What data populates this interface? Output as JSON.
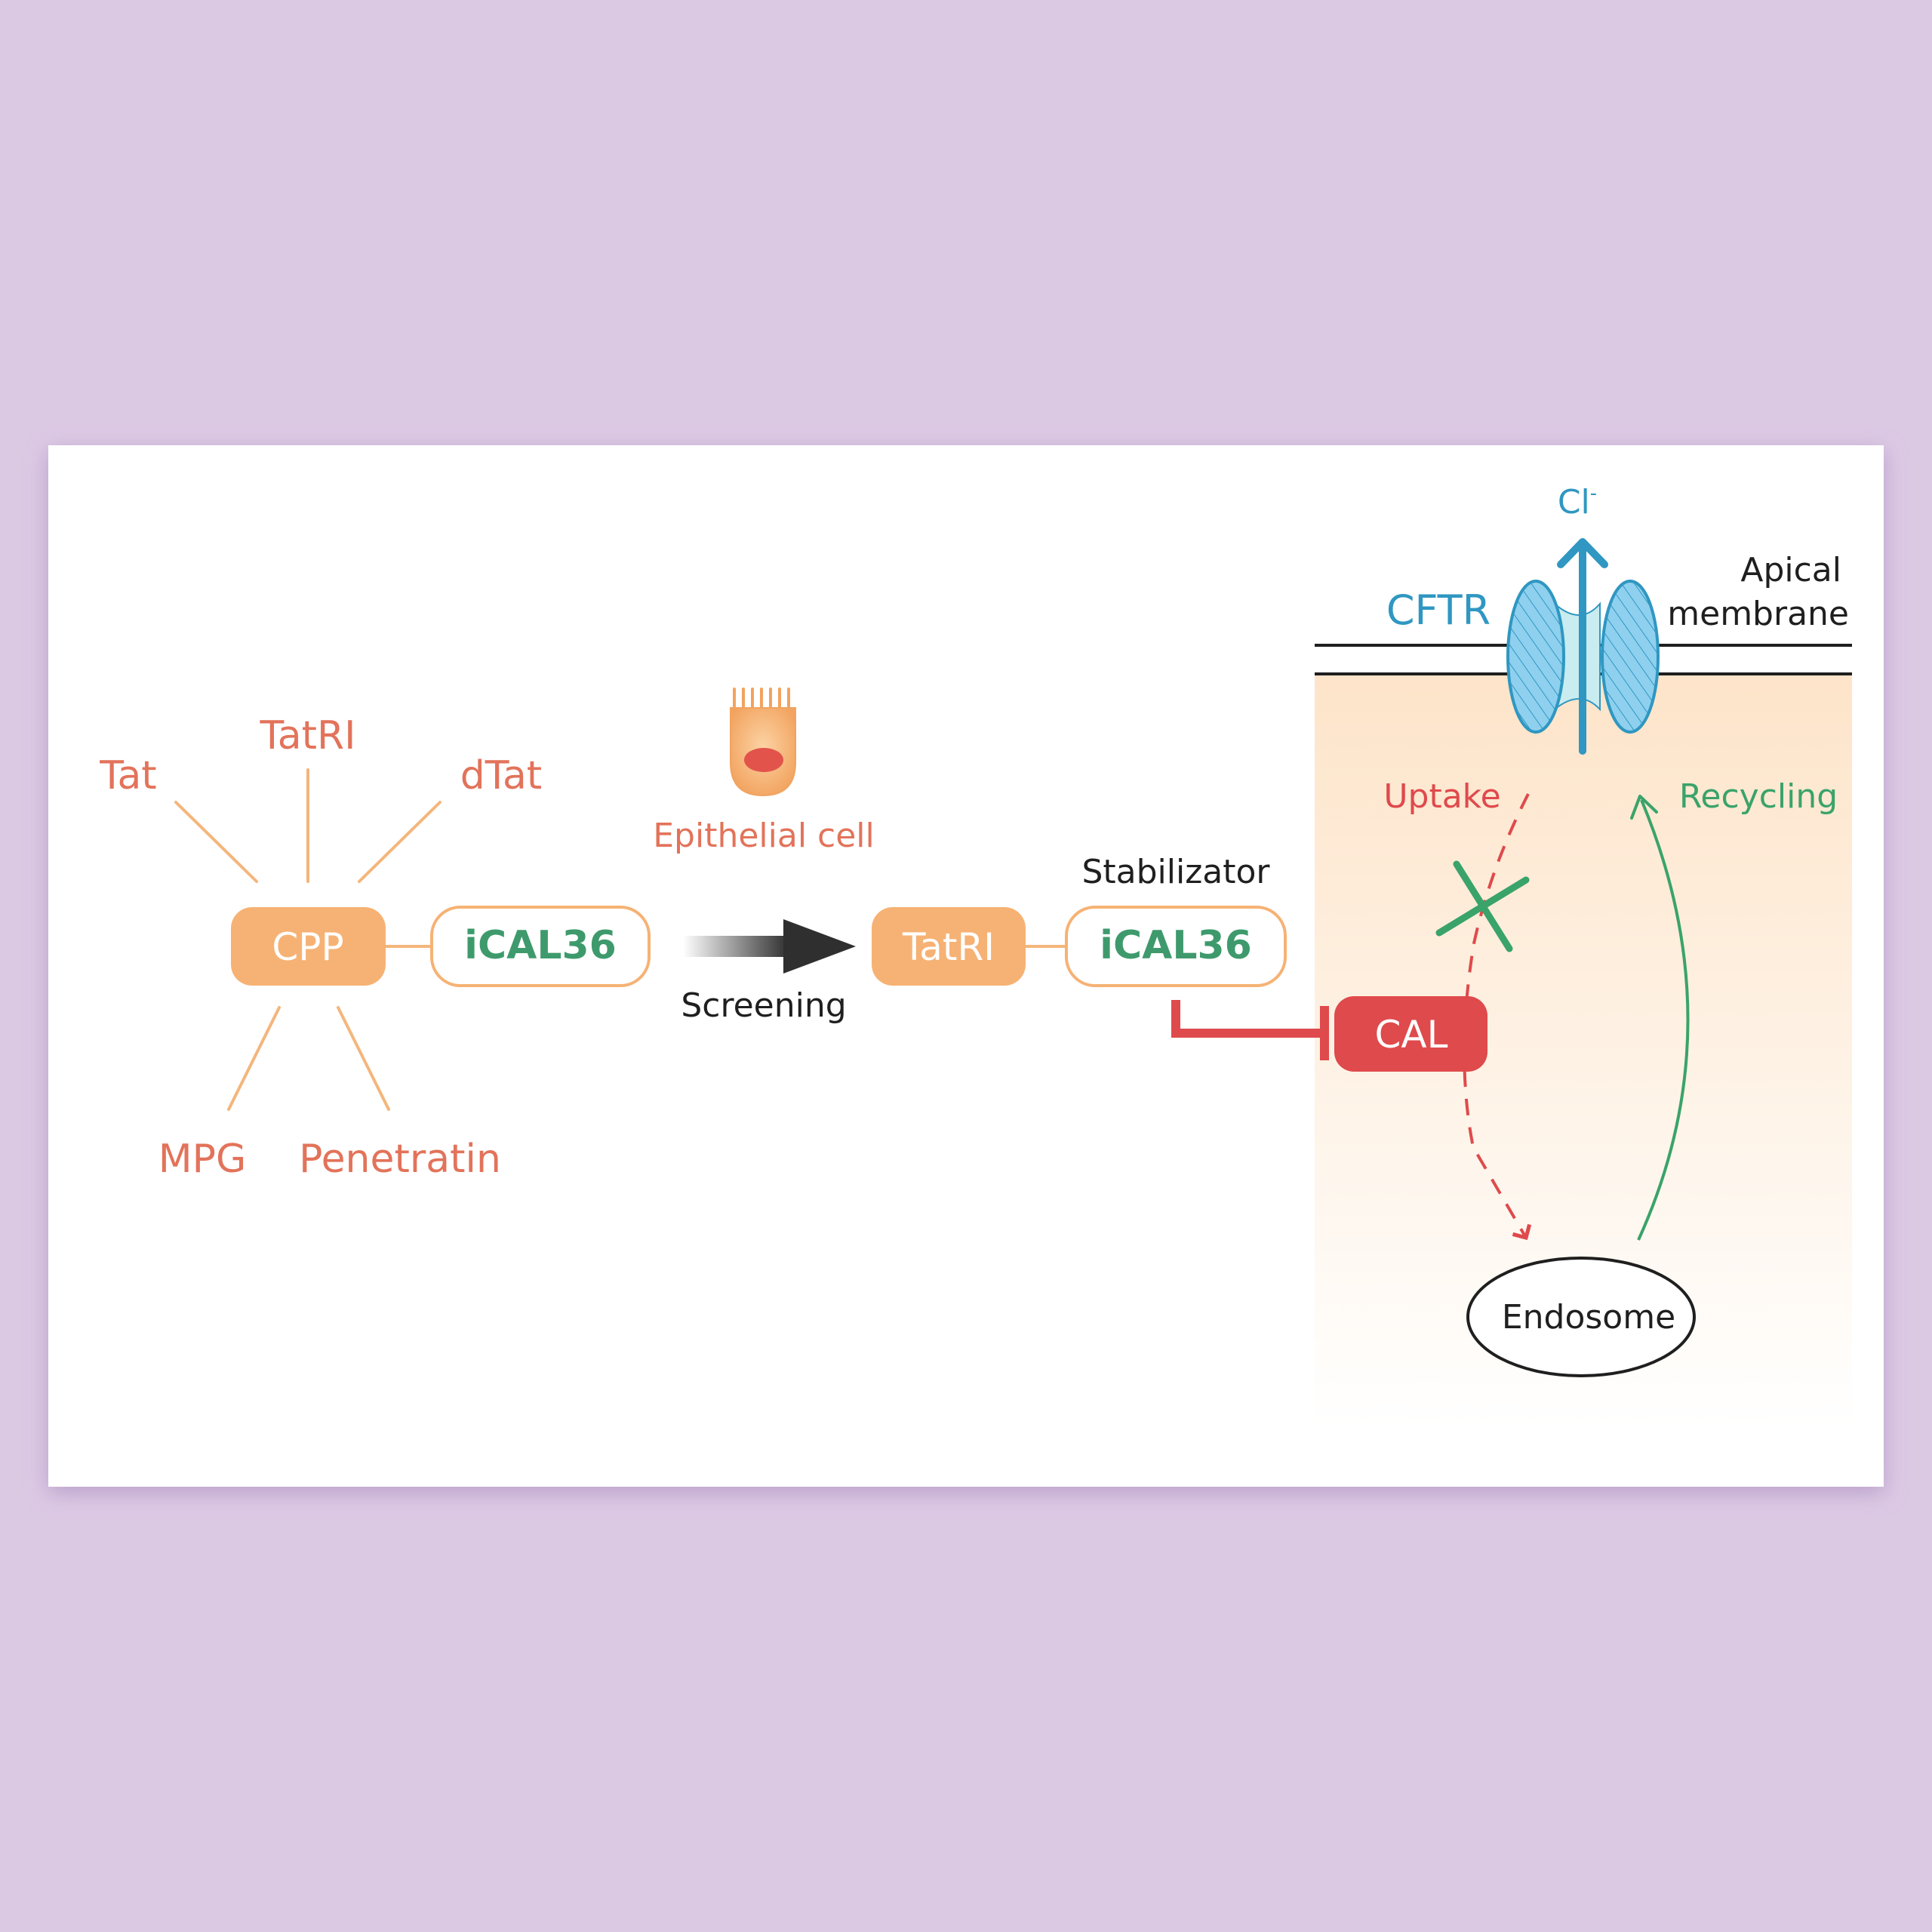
{
  "colors": {
    "background": "#dbc9e4",
    "card": "#ffffff",
    "cpp_label": "#e2735a",
    "spoke": "#f4b67c",
    "cpp_box": "#f6b274",
    "ical_text": "#3e9a6c",
    "cal_red": "#df4a4c",
    "cftr_blue": "#2f97c1",
    "dark_text": "#1f1f1f",
    "recycling_green": "#3aa36a"
  },
  "left": {
    "peptides": [
      "Tat",
      "TatRI",
      "dTat",
      "MPG",
      "Penetratin"
    ],
    "cpp_box": "CPP",
    "ical_box": "iCAL36"
  },
  "middle": {
    "cell_label": "Epithelial cell",
    "arrow_label": "Screening",
    "tatri_box": "TatRI",
    "ical_box": "iCAL36",
    "stabilizer_label": "Stabilizator"
  },
  "right": {
    "ion": "Cl",
    "ion_charge": "-",
    "channel_label": "CFTR",
    "membrane_line1": "Apical",
    "membrane_line2": "membrane",
    "uptake_label": "Uptake",
    "recycling_label": "Recycling",
    "cal_box": "CAL",
    "endosome_label": "Endosome"
  }
}
